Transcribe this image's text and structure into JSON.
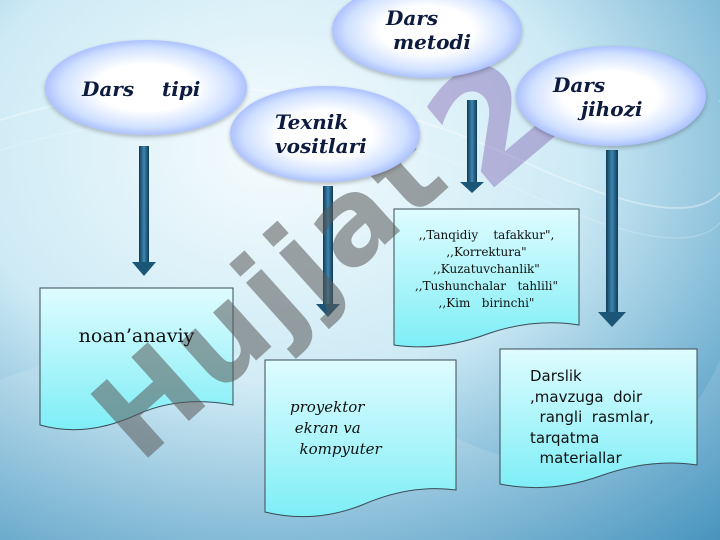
{
  "ovals": {
    "dars_tipi": "Dars    tipi",
    "dars_metodi": "Dars\n metodi",
    "texnik_vositalari": "Texnik\nvositlari",
    "dars_jihozi": "Dars\n    jihozi"
  },
  "boxes": {
    "noananaviy": "noan’anaviy",
    "metodlar": ",,Tanqidiy    tafakkur\",\n,,Korrektura\"\n,,Kuzatuvchanlik\"\n,,Tushunchalar   tahlili\"\n,,Kim   birinchi\"",
    "texnik": "proyektor\n ekran va\n  kompyuter",
    "jihoz": "Darslik\n,mavzuga  doir\n  rangli  rasmlar,\ntarqatma\n  materiallar"
  },
  "watermark": "Hujjat",
  "colors": {
    "bg_light": "#e9f6fb",
    "bg_blue": "#2f86b6",
    "box_fill": "#aef6fb",
    "arrow": "#1f5d82",
    "oval_edge": "#4f6fff",
    "watermark": "#5a5a5a"
  }
}
